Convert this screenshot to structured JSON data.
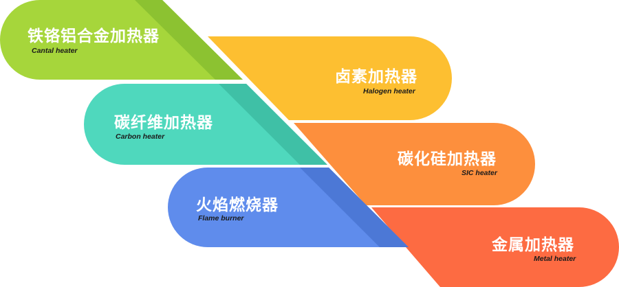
{
  "heaters": [
    {
      "id": "fecral",
      "cn": "铁铬铝合金加热器",
      "en": "Cantal heater",
      "color": "#a6d63b",
      "shade": "#8cc231"
    },
    {
      "id": "halogen",
      "cn": "卤素加热器",
      "en": "Halogen heater",
      "color": "#fdbf31",
      "shade": "#f3ad22"
    },
    {
      "id": "carbon",
      "cn": "碳纤维加热器",
      "en": "Carbon heater",
      "color": "#4fd8bd",
      "shade": "#3fc0a6"
    },
    {
      "id": "sic",
      "cn": "碳化硅加热器",
      "en": "SIC heater",
      "color": "#fd8f3d",
      "shade": "#ef7c2f"
    },
    {
      "id": "flame",
      "cn": "火焰燃烧器",
      "en": "Flame burner",
      "color": "#5f8cec",
      "shade": "#4c78d6"
    },
    {
      "id": "metal",
      "cn": "金属加热器",
      "en": "Metal heater",
      "color": "#fd6b42",
      "shade": "#ee5a34"
    }
  ]
}
